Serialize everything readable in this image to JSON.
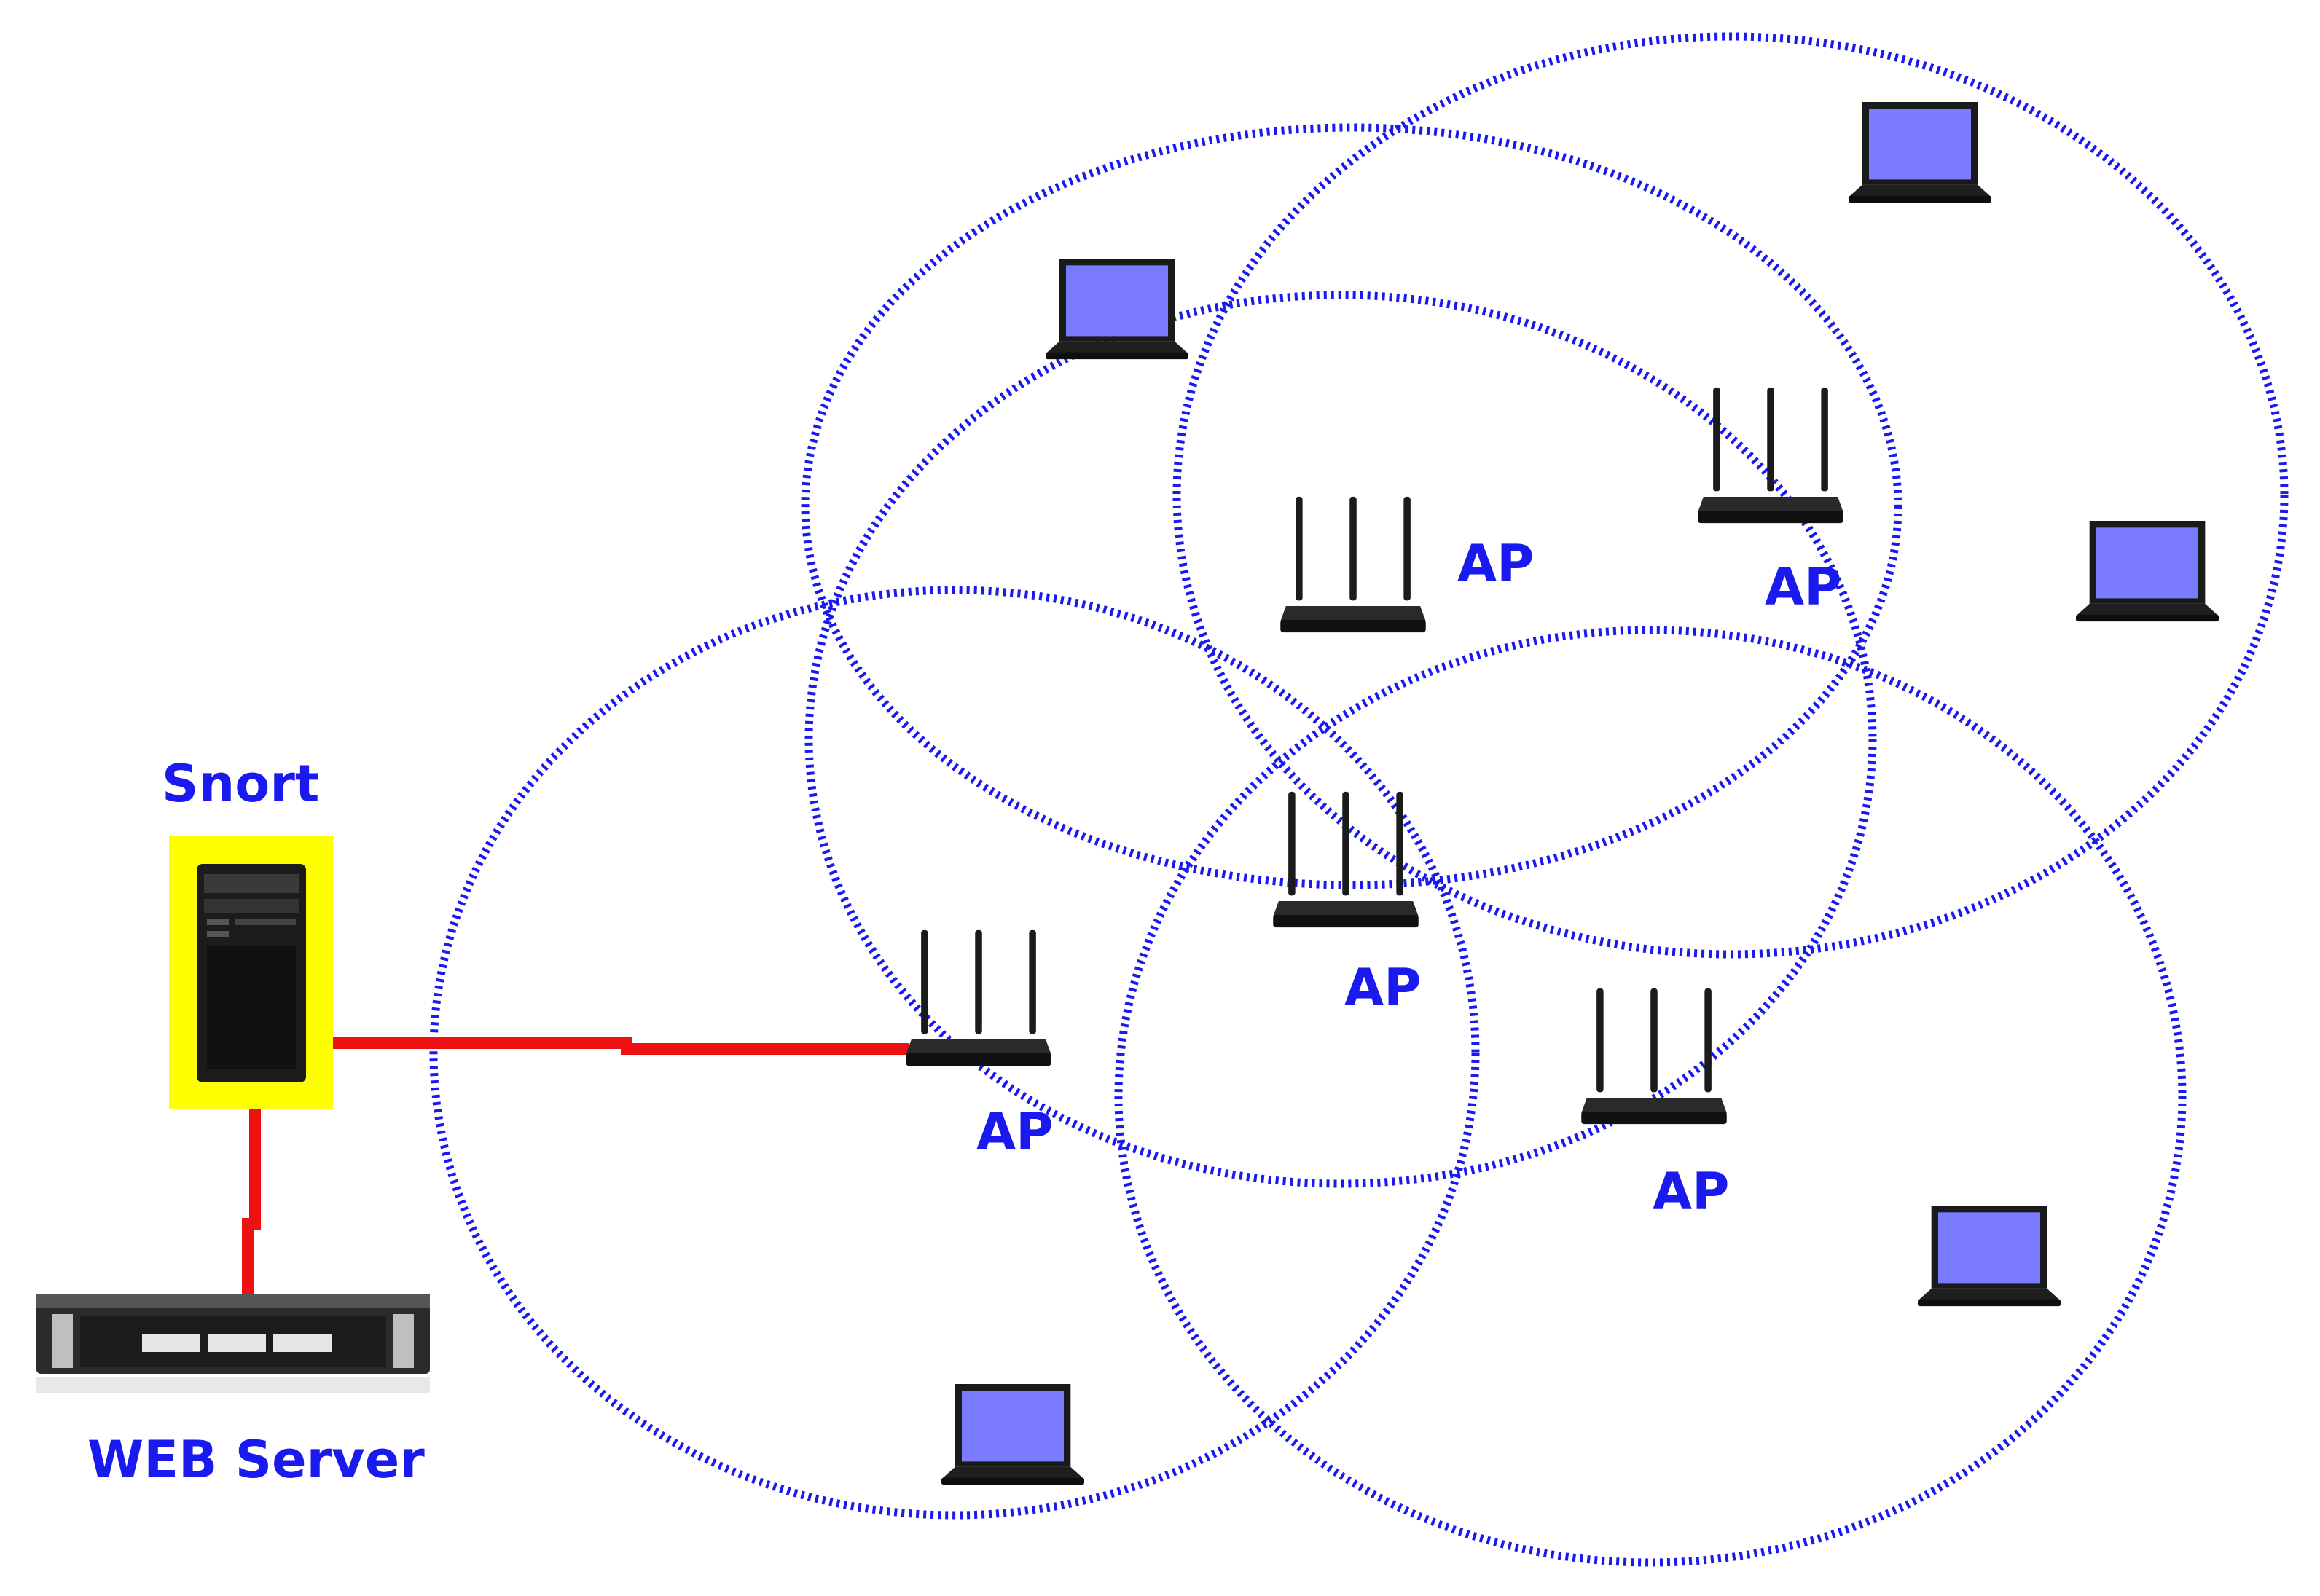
{
  "labels": {
    "snort": "Snort",
    "web_server": "WEB Server",
    "ap": "AP"
  },
  "colors": {
    "label_text": "#1a1aee",
    "coverage_ring": "#1a1aee",
    "cable": "#ee1111",
    "snort_highlight": "#ffff00",
    "laptop_screen": "#7b7bff",
    "device_body": "#1b1b1b"
  },
  "icons": {
    "snort_host": "tower-pc-icon",
    "web_server": "rack-server-icon",
    "access_point": "wireless-router-icon",
    "client": "laptop-icon"
  },
  "access_points": [
    {
      "id": "ap-1",
      "label": "AP"
    },
    {
      "id": "ap-2",
      "label": "AP"
    },
    {
      "id": "ap-3",
      "label": "AP"
    },
    {
      "id": "ap-4",
      "label": "AP"
    },
    {
      "id": "ap-5",
      "label": "AP"
    }
  ],
  "laptops": [
    {
      "id": "laptop-1"
    },
    {
      "id": "laptop-2"
    },
    {
      "id": "laptop-3"
    },
    {
      "id": "laptop-4"
    },
    {
      "id": "laptop-5"
    }
  ]
}
